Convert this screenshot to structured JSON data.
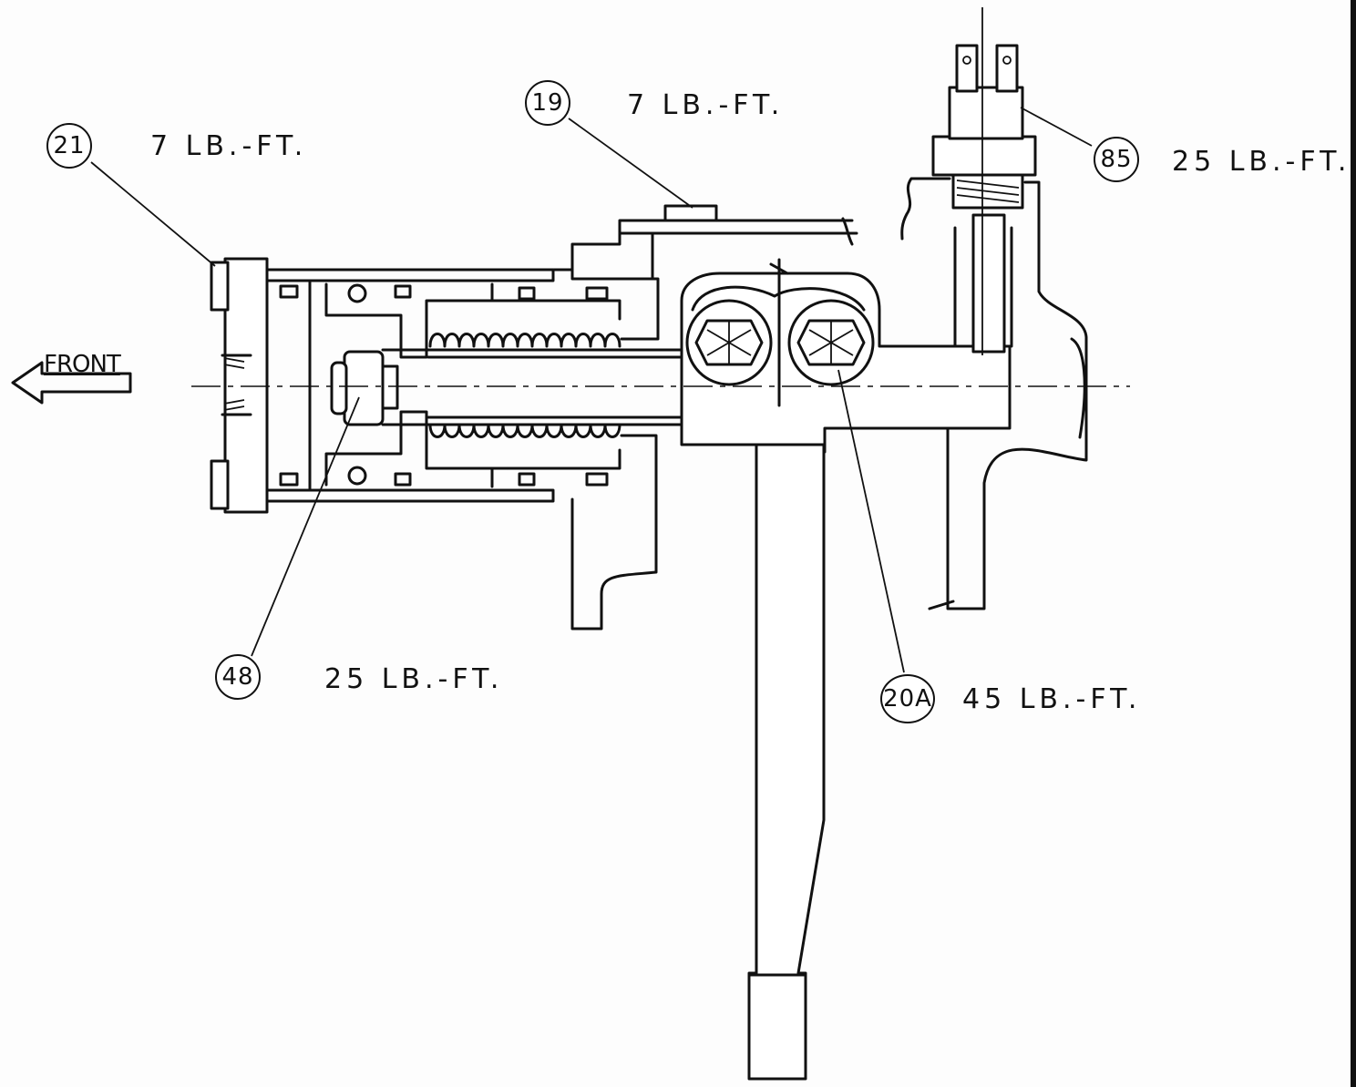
{
  "direction_label": "FRONT",
  "callouts": [
    {
      "id": "21",
      "torque": "7 LB.-FT."
    },
    {
      "id": "19",
      "torque": "7 LB.-FT."
    },
    {
      "id": "85",
      "torque": "25 LB.-FT."
    },
    {
      "id": "48",
      "torque": "25 LB.-FT."
    },
    {
      "id": "20A",
      "torque": "45 LB.-FT."
    }
  ]
}
